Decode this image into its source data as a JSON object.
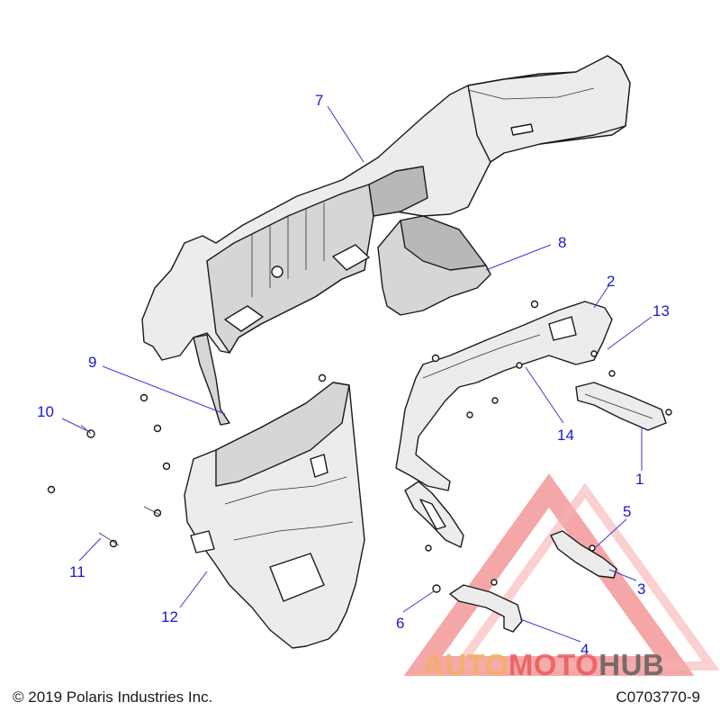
{
  "callouts": [
    "1",
    "2",
    "3",
    "4",
    "5",
    "6",
    "7",
    "8",
    "9",
    "10",
    "11",
    "12",
    "13",
    "14"
  ],
  "footer": {
    "copyright": "© 2019 Polaris Industries Inc.",
    "code": "C0703770-9"
  },
  "watermark": {
    "part1": "AUTO",
    "part2": "MOTO",
    "part3": "HUB",
    "colors": {
      "orange": "#f5b060",
      "red": "#e85050",
      "gray": "#5a5a5a",
      "triangle": "#ee6060"
    }
  },
  "colors": {
    "callout": "#1a1ac8",
    "line": "#1a1a1a"
  }
}
